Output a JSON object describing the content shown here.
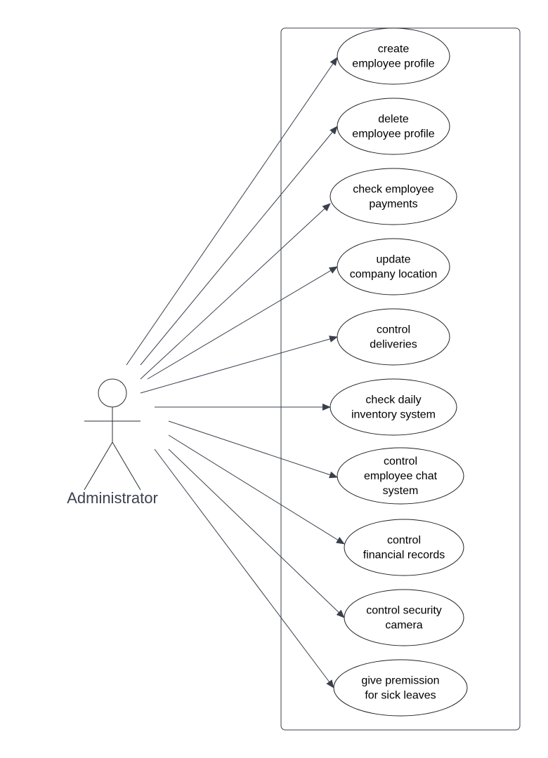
{
  "actor": {
    "name": "Administrator"
  },
  "use_cases": [
    {
      "lines": [
        "create",
        "employee profile"
      ]
    },
    {
      "lines": [
        "delete",
        "employee profile"
      ]
    },
    {
      "lines": [
        "check employee",
        "payments"
      ]
    },
    {
      "lines": [
        "update",
        "company location"
      ]
    },
    {
      "lines": [
        "control",
        "deliveries"
      ]
    },
    {
      "lines": [
        "check daily",
        "inventory system"
      ]
    },
    {
      "lines": [
        "control",
        "employee chat",
        "system"
      ]
    },
    {
      "lines": [
        "control",
        "financial records"
      ]
    },
    {
      "lines": [
        "control security",
        "camera"
      ]
    },
    {
      "lines": [
        "give premission",
        "for sick leaves"
      ]
    }
  ],
  "colors": {
    "line": "#3a3f4b",
    "arrowhead": "#3a3f4b",
    "actor_label": "#3b4150"
  }
}
